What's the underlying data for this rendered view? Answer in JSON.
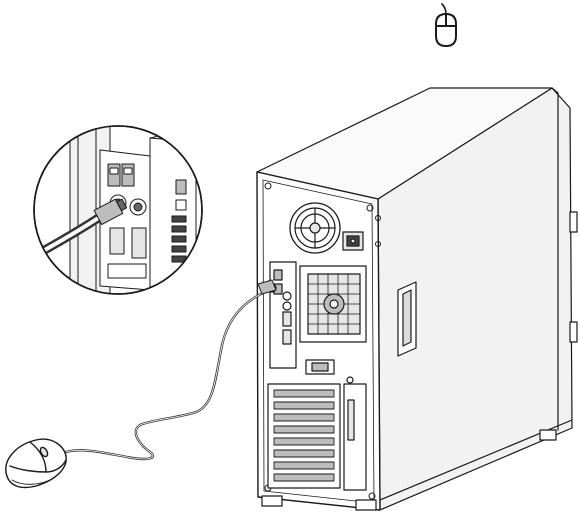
{
  "diagram": {
    "callout_icon": "mouse-icon",
    "stroke_color": "#1a1a1a",
    "cable_color": "#333333",
    "fill_light": "#ffffff",
    "fill_mid": "#e6e6e6",
    "fill_dark": "#bdbdbd",
    "components": [
      "computer-tower",
      "psu-fan",
      "power-socket",
      "rear-io-panel",
      "ps2-mouse-port",
      "usb-ports",
      "expansion-slots",
      "case-fan",
      "mouse",
      "mouse-cable",
      "ps2-connector",
      "magnified-callout"
    ]
  }
}
